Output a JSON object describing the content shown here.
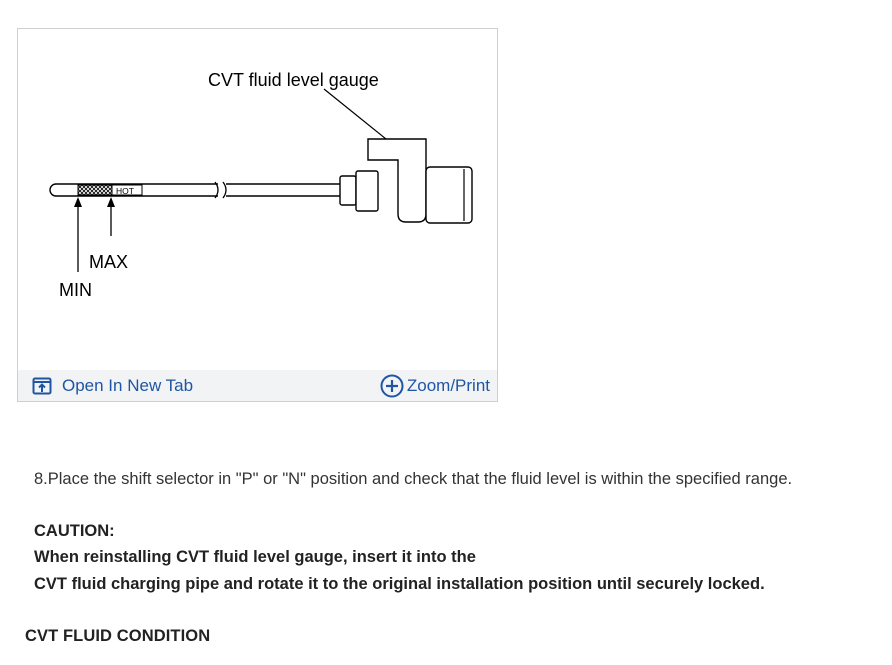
{
  "figure": {
    "labels": {
      "gauge": "CVT fluid level gauge",
      "hot": "HOT",
      "max": "MAX",
      "min": "MIN"
    },
    "footer": {
      "open_tab": "Open In New Tab",
      "zoom_print": "Zoom/Print"
    },
    "link_color": "#1f56a3",
    "footer_bg": "#f2f3f5"
  },
  "content": {
    "step": "8.Place the shift selector in \"P\" or \"N\" position and check that the fluid level is within the specified range.",
    "caution_title": "CAUTION:",
    "caution_lines": [
      "When reinstalling CVT fluid level gauge, insert it into the",
      "CVT fluid charging pipe and rotate it to the original installation position until securely locked."
    ],
    "section_heading": "CVT FLUID CONDITION"
  }
}
